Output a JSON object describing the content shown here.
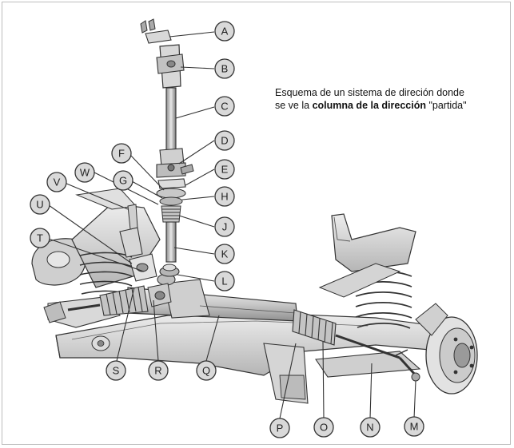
{
  "caption": {
    "line1": "Esquema de un sistema de direción donde",
    "line2_prefix": "se ve la ",
    "line2_bold": "columna de la dirección",
    "line2_suffix": " \"partida\""
  },
  "callouts": [
    {
      "id": "a",
      "letter": "A"
    },
    {
      "id": "b",
      "letter": "B"
    },
    {
      "id": "c",
      "letter": "C"
    },
    {
      "id": "d",
      "letter": "D"
    },
    {
      "id": "e",
      "letter": "E"
    },
    {
      "id": "f",
      "letter": "F"
    },
    {
      "id": "g",
      "letter": "G"
    },
    {
      "id": "h",
      "letter": "H"
    },
    {
      "id": "j",
      "letter": "J"
    },
    {
      "id": "k",
      "letter": "K"
    },
    {
      "id": "l",
      "letter": "L"
    },
    {
      "id": "m",
      "letter": "M"
    },
    {
      "id": "n",
      "letter": "N"
    },
    {
      "id": "o",
      "letter": "O"
    },
    {
      "id": "p",
      "letter": "P"
    },
    {
      "id": "q",
      "letter": "Q"
    },
    {
      "id": "r",
      "letter": "R"
    },
    {
      "id": "s",
      "letter": "S"
    },
    {
      "id": "t",
      "letter": "T"
    },
    {
      "id": "u",
      "letter": "U"
    },
    {
      "id": "v",
      "letter": "V"
    },
    {
      "id": "w",
      "letter": "W"
    }
  ],
  "colors": {
    "line": "#333333",
    "fill_light": "#e6e6e6",
    "fill_mid": "#cfcfcf",
    "fill_dark": "#9a9a9a",
    "callout_fill": "#d9d9d9"
  }
}
